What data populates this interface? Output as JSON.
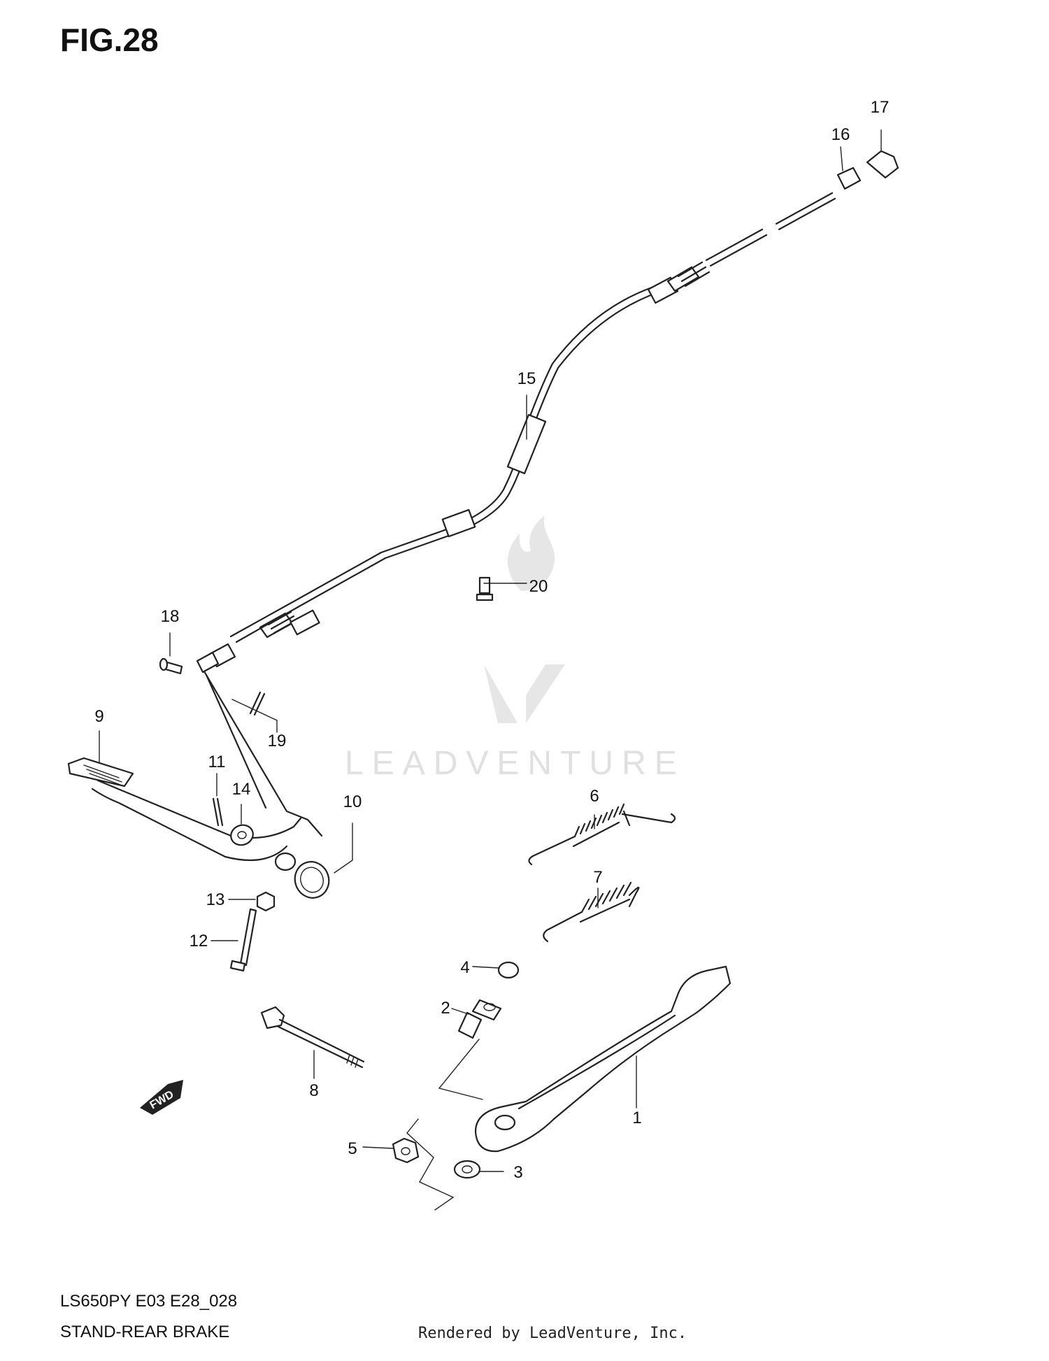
{
  "figure": {
    "title": "FIG.28",
    "model_code": "LS650PY E03 E28_028",
    "section_name": "STAND-REAR BRAKE",
    "render_credit": "Rendered by LeadVenture, Inc.",
    "watermark": "LEADVENTURE",
    "fwd_label": "FWD"
  },
  "callouts": [
    {
      "id": "1",
      "label": "1"
    },
    {
      "id": "2",
      "label": "2"
    },
    {
      "id": "3",
      "label": "3"
    },
    {
      "id": "4",
      "label": "4"
    },
    {
      "id": "5",
      "label": "5"
    },
    {
      "id": "6",
      "label": "6"
    },
    {
      "id": "7",
      "label": "7"
    },
    {
      "id": "8",
      "label": "8"
    },
    {
      "id": "9",
      "label": "9"
    },
    {
      "id": "10",
      "label": "10"
    },
    {
      "id": "11",
      "label": "11"
    },
    {
      "id": "12",
      "label": "12"
    },
    {
      "id": "13",
      "label": "13"
    },
    {
      "id": "14",
      "label": "14"
    },
    {
      "id": "15",
      "label": "15"
    },
    {
      "id": "16",
      "label": "16"
    },
    {
      "id": "17",
      "label": "17"
    },
    {
      "id": "18",
      "label": "18"
    },
    {
      "id": "19",
      "label": "19"
    },
    {
      "id": "20",
      "label": "20"
    }
  ],
  "colors": {
    "line": "#222222",
    "background": "#ffffff",
    "watermark": "#e0e0e0"
  }
}
